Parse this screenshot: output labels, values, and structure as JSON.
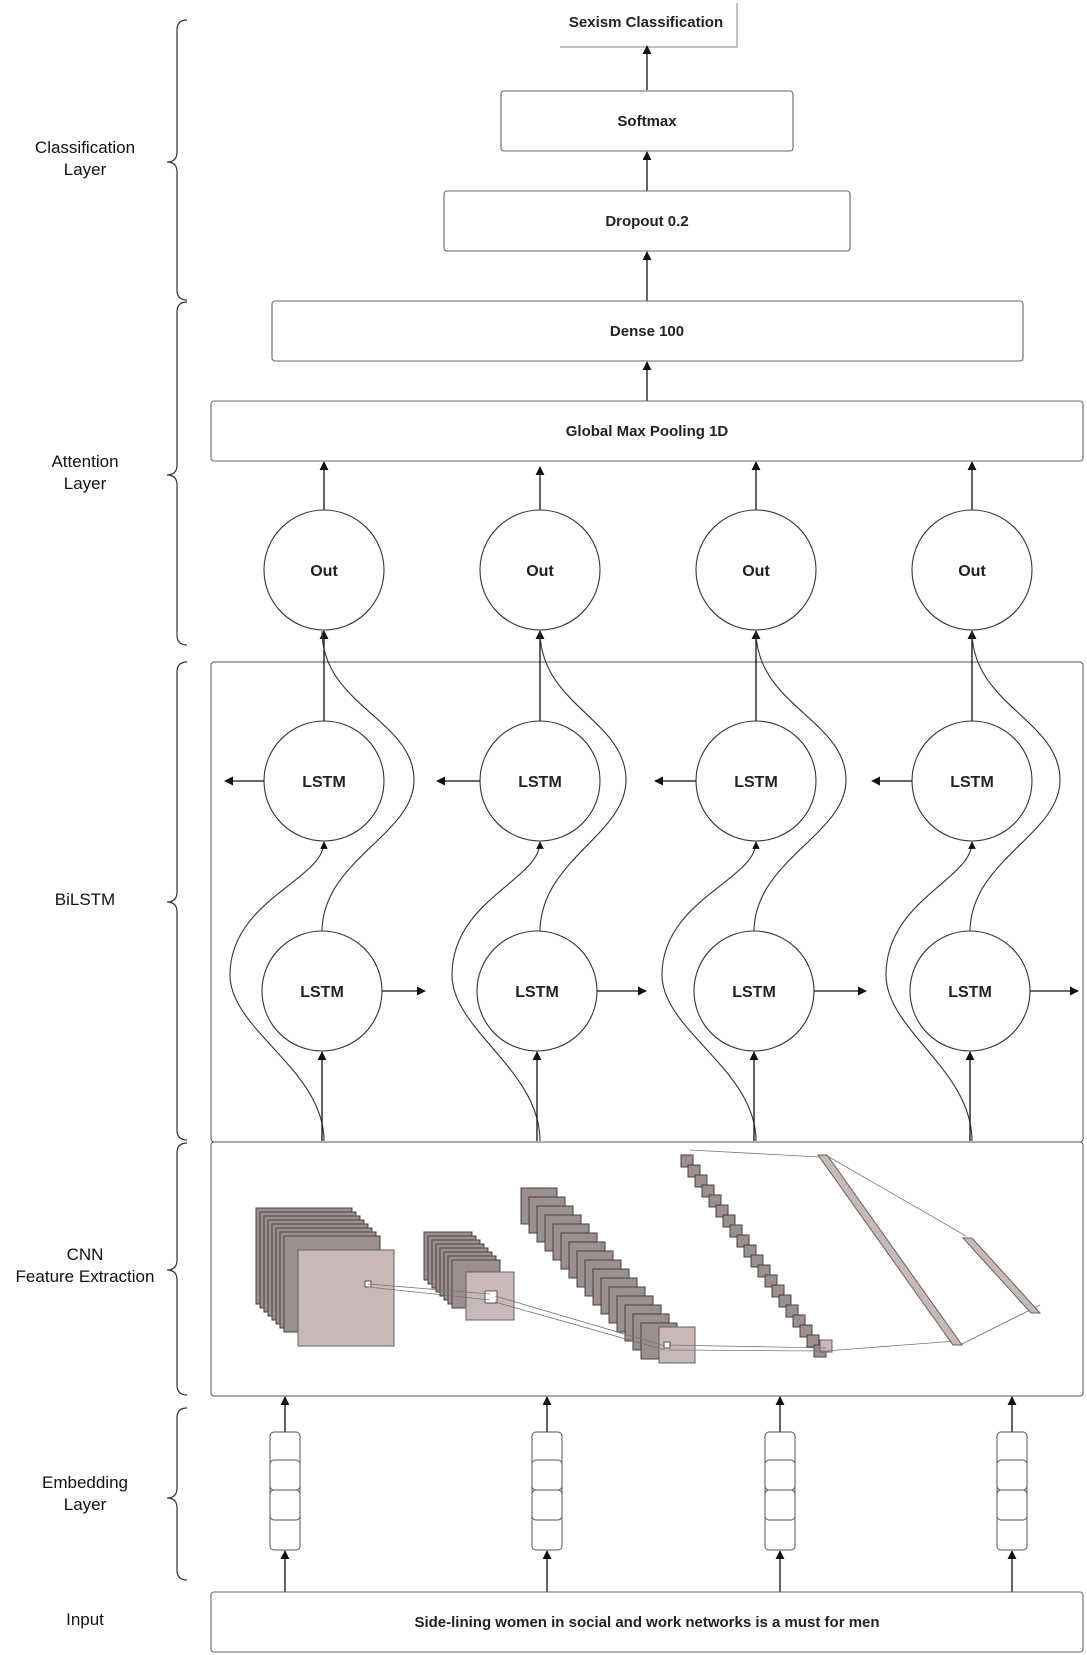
{
  "layers": {
    "classification": [
      "Classification",
      "Layer"
    ],
    "attention": [
      "Attention",
      "Layer"
    ],
    "bilstm": [
      "BiLSTM"
    ],
    "cnn": [
      "CNN",
      "Feature Extraction"
    ],
    "embedding": [
      "Embedding",
      "Layer"
    ],
    "input": [
      "Input"
    ]
  },
  "blocks": {
    "output": "Sexism Classification",
    "softmax": "Softmax",
    "dropout": "Dropout 0.2",
    "dense": "Dense 100",
    "pooling": "Global Max Pooling 1D"
  },
  "nodes": {
    "out": [
      "Out",
      "Out",
      "Out",
      "Out"
    ],
    "lstm_backward": [
      "LSTM",
      "LSTM",
      "LSTM",
      "LSTM"
    ],
    "lstm_forward": [
      "LSTM",
      "LSTM",
      "LSTM",
      "LSTM"
    ]
  },
  "input_sentence": "Side-lining women in social and work networks is a must for men"
}
